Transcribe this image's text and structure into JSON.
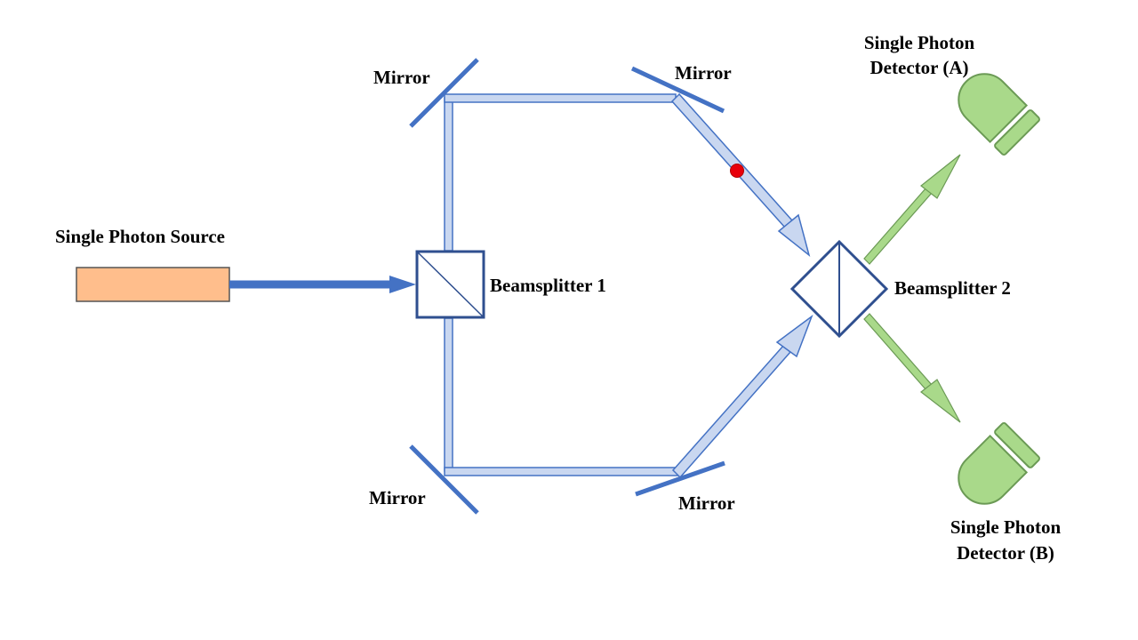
{
  "labels": {
    "source": "Single Photon Source",
    "beamsplitter1": "Beamsplitter 1",
    "beamsplitter2": "Beamsplitter 2",
    "mirror_top_left": "Mirror",
    "mirror_top_right": "Mirror",
    "mirror_bottom_left": "Mirror",
    "mirror_bottom_right": "Mirror",
    "detector_a_line1": "Single Photon",
    "detector_a_line2": "Detector (A)",
    "detector_b_line1": "Single Photon",
    "detector_b_line2": "Detector (B)"
  },
  "colors": {
    "mirror": "#4472C4",
    "beam_fill": "#C9D7F0",
    "beam_stroke": "#4472C4",
    "input_beam": "#4472C4",
    "source_fill": "#FFBE8C",
    "splitter_stroke": "#2F4F8F",
    "detector_fill": "#A9D98A",
    "detector_stroke": "#6B9A55",
    "output_arrow_fill": "#A9D98A",
    "photon": "#E8000B"
  }
}
